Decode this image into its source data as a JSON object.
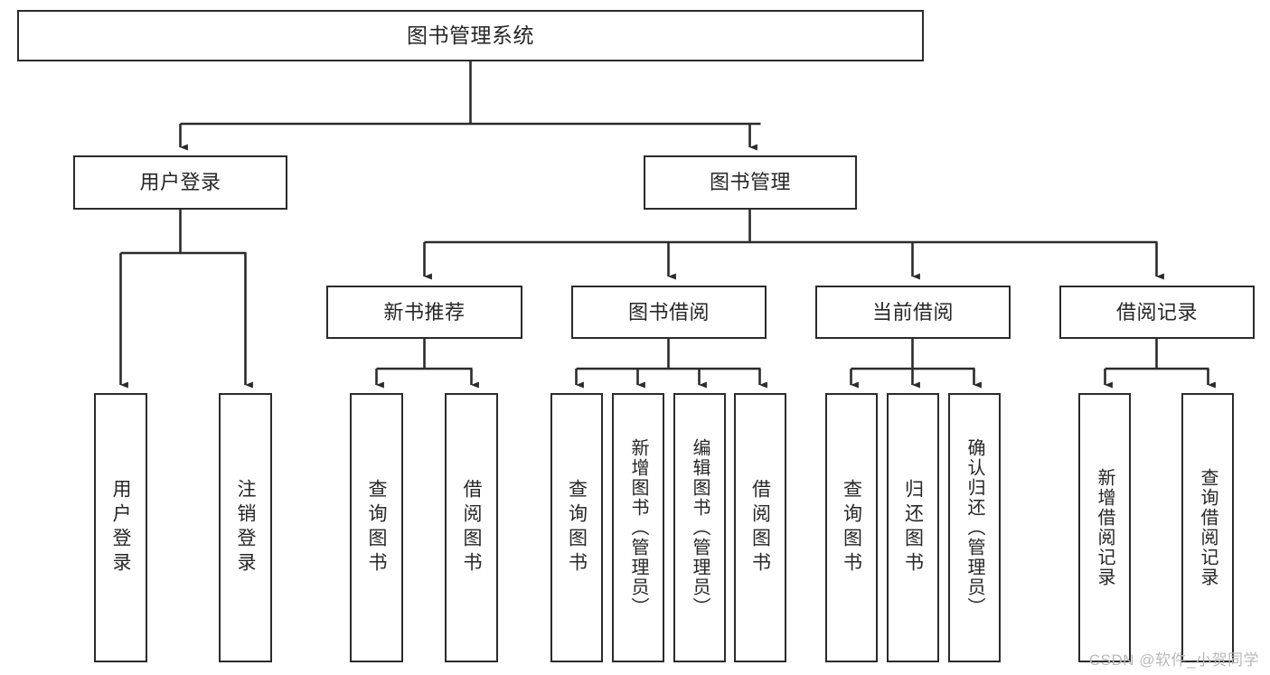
{
  "diagram": {
    "title": "图书管理系统",
    "type": "tree",
    "watermark": "CSDN @软件_小贺同学",
    "colors": {
      "box_border": "#2b2b2b",
      "box_fill": "#ffffff",
      "edge": "#2b2b2b",
      "text": "#262626",
      "watermark": "#b9b9b9",
      "background": "#ffffff"
    },
    "nodes": {
      "root": {
        "label": "图书管理系统",
        "level": 0
      },
      "l1": [
        {
          "id": "user-login",
          "label": "用户登录",
          "level": 1
        },
        {
          "id": "book-manage",
          "label": "图书管理",
          "level": 1
        }
      ],
      "l2": [
        {
          "id": "new-book-rec",
          "label": "新书推荐",
          "level": 2,
          "parent": "book-manage"
        },
        {
          "id": "book-borrow",
          "label": "图书借阅",
          "level": 2,
          "parent": "book-manage"
        },
        {
          "id": "current-borrow",
          "label": "当前借阅",
          "level": 2,
          "parent": "book-manage"
        },
        {
          "id": "borrow-record",
          "label": "借阅记录",
          "level": 2,
          "parent": "book-manage"
        }
      ],
      "leaves": [
        {
          "id": "leaf-user-login",
          "label": "用户登录",
          "parent": "user-login"
        },
        {
          "id": "leaf-logout",
          "label": "注销登录",
          "parent": "user-login"
        },
        {
          "id": "leaf-query-book-1",
          "label": "查询图书",
          "parent": "new-book-rec"
        },
        {
          "id": "leaf-borrow-book-1",
          "label": "借阅图书",
          "parent": "new-book-rec"
        },
        {
          "id": "leaf-query-book-2",
          "label": "查询图书",
          "parent": "book-borrow"
        },
        {
          "id": "leaf-add-book",
          "label": "新增图书（管理员）",
          "parent": "book-borrow"
        },
        {
          "id": "leaf-edit-book",
          "label": "编辑图书（管理员）",
          "parent": "book-borrow"
        },
        {
          "id": "leaf-borrow-book-2",
          "label": "借阅图书",
          "parent": "book-borrow"
        },
        {
          "id": "leaf-query-book-3",
          "label": "查询图书",
          "parent": "current-borrow"
        },
        {
          "id": "leaf-return-book",
          "label": "归还图书",
          "parent": "current-borrow"
        },
        {
          "id": "leaf-confirm-return",
          "label": "确认归还（管理员）",
          "parent": "current-borrow"
        },
        {
          "id": "leaf-add-record",
          "label": "新增借阅记录",
          "parent": "borrow-record"
        },
        {
          "id": "leaf-query-record",
          "label": "查询借阅记录",
          "parent": "borrow-record"
        }
      ]
    }
  }
}
